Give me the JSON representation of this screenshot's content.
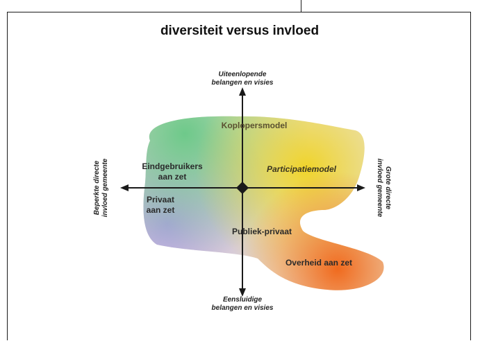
{
  "title": "diversiteit versus invloed",
  "axes": {
    "top_line1": "Uiteenlopende",
    "top_line2": "belangen en visies",
    "bottom_line1": "Eensluidige",
    "bottom_line2": "belangen en visies",
    "left_line1": "Beperkte directe",
    "left_line2": "invloed gemeente",
    "right_line1": "Grote directe",
    "right_line2": "invloed gemeente"
  },
  "regions": {
    "koplopers": "Koplopersmodel",
    "eindgebruikers_line1": "Eindgebruikers",
    "eindgebruikers_line2": "aan zet",
    "privaat_line1": "Privaat",
    "privaat_line2": "aan zet",
    "participatie": "Participatiemodel",
    "publiek_privaat": "Publiek-privaat",
    "overheid": "Overheid aan zet"
  },
  "colors": {
    "green": "#6ec98a",
    "yellow": "#e6cf3a",
    "purple": "#b8a6e0",
    "orange": "#f07a2a"
  }
}
